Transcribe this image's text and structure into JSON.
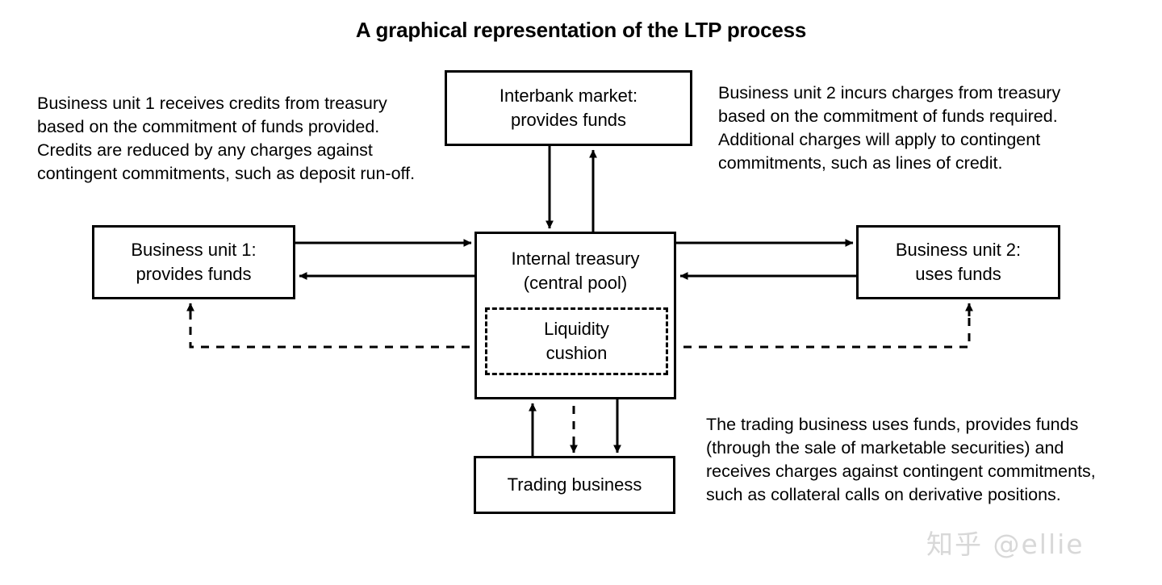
{
  "title": "A graphical representation of the LTP process",
  "notes": {
    "left": "Business unit 1 receives credits from treasury based on the commitment of funds provided. Credits are reduced by any charges against contingent commitments, such as deposit run-off.",
    "right": "Business unit 2 incurs charges from treasury based on the commitment of funds required. Additional charges will apply to contingent commitments, such as lines of credit.",
    "bottom": "The trading business uses funds, provides funds (through the sale of marketable securities) and receives charges against contingent commitments, such as collateral calls on derivative positions."
  },
  "boxes": {
    "interbank": "Interbank market:\nprovides funds",
    "business_unit_1": "Business unit 1:\nprovides funds",
    "business_unit_2": "Business unit 2:\nuses funds",
    "treasury": "Internal treasury\n(central pool)",
    "liquidity_cushion": "Liquidity\ncushion",
    "trading": "Trading business"
  },
  "watermark": "知乎 @ellie",
  "colors": {
    "stroke": "#000000",
    "background": "#ffffff",
    "watermark": "#d8d8d8"
  },
  "connectors": [
    {
      "name": "interbank-to-treasury",
      "style": "solid",
      "direction": "down"
    },
    {
      "name": "treasury-to-interbank",
      "style": "solid",
      "direction": "up"
    },
    {
      "name": "bu1-to-treasury",
      "style": "solid",
      "direction": "right"
    },
    {
      "name": "treasury-to-bu1",
      "style": "solid",
      "direction": "left"
    },
    {
      "name": "treasury-to-bu2",
      "style": "solid",
      "direction": "right"
    },
    {
      "name": "bu2-to-treasury",
      "style": "solid",
      "direction": "left"
    },
    {
      "name": "trading-to-treasury",
      "style": "solid",
      "direction": "up"
    },
    {
      "name": "treasury-to-trading",
      "style": "solid",
      "direction": "down"
    },
    {
      "name": "cushion-to-trading",
      "style": "dashed",
      "direction": "down"
    },
    {
      "name": "cushion-to-bu1",
      "style": "dashed",
      "direction": "up"
    },
    {
      "name": "cushion-to-bu2",
      "style": "dashed",
      "direction": "up"
    }
  ]
}
